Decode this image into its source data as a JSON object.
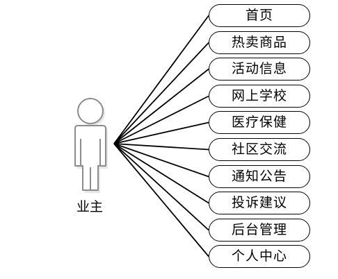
{
  "actor": {
    "label": "业主"
  },
  "use_cases": [
    {
      "label": "首页"
    },
    {
      "label": "热卖商品"
    },
    {
      "label": "活动信息"
    },
    {
      "label": "网上学校"
    },
    {
      "label": "医疗保健"
    },
    {
      "label": "社区交流"
    },
    {
      "label": "通知公告"
    },
    {
      "label": "投诉建议"
    },
    {
      "label": "后台管理"
    },
    {
      "label": "个人中心"
    }
  ],
  "colors": {
    "line": "#000000",
    "actor_stroke": "#8c8c8c",
    "actor_fill": "#ffffff",
    "actor_shadow": "#dcdcdc"
  }
}
